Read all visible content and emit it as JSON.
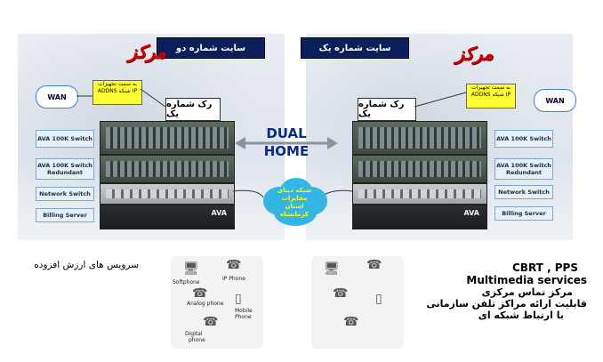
{
  "sites": {
    "left": {
      "title": "سایت شماره دو",
      "markaz": "مرکز",
      "rack_title": "رک شماره یک",
      "wan": "WAN",
      "callout": "به سمت تجهیزات ADDNS شبکه IP",
      "labels": [
        {
          "line1": "AVA 100K Switch",
          "line2": ""
        },
        {
          "line1": "AVA 100K Switch",
          "line2": "Redundant"
        },
        {
          "line1": "Network Switch",
          "line2": ""
        },
        {
          "line1": "Billing Server",
          "line2": ""
        }
      ],
      "ava_tag": "AVA"
    },
    "right": {
      "title": "سایت شماره یک",
      "markaz": "مرکز",
      "rack_title": "رک شماره یک",
      "wan": "WAN",
      "callout": "به سمت تجهیزات ADDNS شبکه IP",
      "labels": [
        {
          "line1": "AVA 100K Switch",
          "line2": ""
        },
        {
          "line1": "AVA 100K Switch",
          "line2": "Redundant"
        },
        {
          "line1": "Network Switch",
          "line2": ""
        },
        {
          "line1": "Billing Server",
          "line2": ""
        }
      ],
      "ava_tag": "AVA"
    }
  },
  "dual_home": {
    "line1": "DUAL",
    "line2": "HOME"
  },
  "cloud": {
    "line1": "شبکه دیتای",
    "line2": "مخابرات",
    "line3": "استان",
    "line4": "کرمانشاه"
  },
  "left_services": {
    "text": "سرویس های ارزش افزوده"
  },
  "right_services": {
    "line1": "CBRT , PPS",
    "line2": "Multimedia services",
    "line3": "مرکز تماس مرکزی",
    "line4": "قابلیت ارائه مراکز تلفن سازمانی",
    "line5": "با ارتباط شبکه ای"
  },
  "devices": {
    "softphone": "Softphone",
    "ip_phone": "IP Phone",
    "analog_phone": "Analog phone",
    "mobile_phone_1": "Mobile",
    "mobile_phone_2": "Phone",
    "digital_1": "Digital",
    "digital_2": "phone"
  },
  "colors": {
    "title_bar": "#0a1f5c",
    "markaz": "#d10000",
    "dual_home": "#0a2a8a",
    "cloud": "#33b5e5",
    "cloud_text": "#ffff00",
    "callout": "#ffff33"
  }
}
